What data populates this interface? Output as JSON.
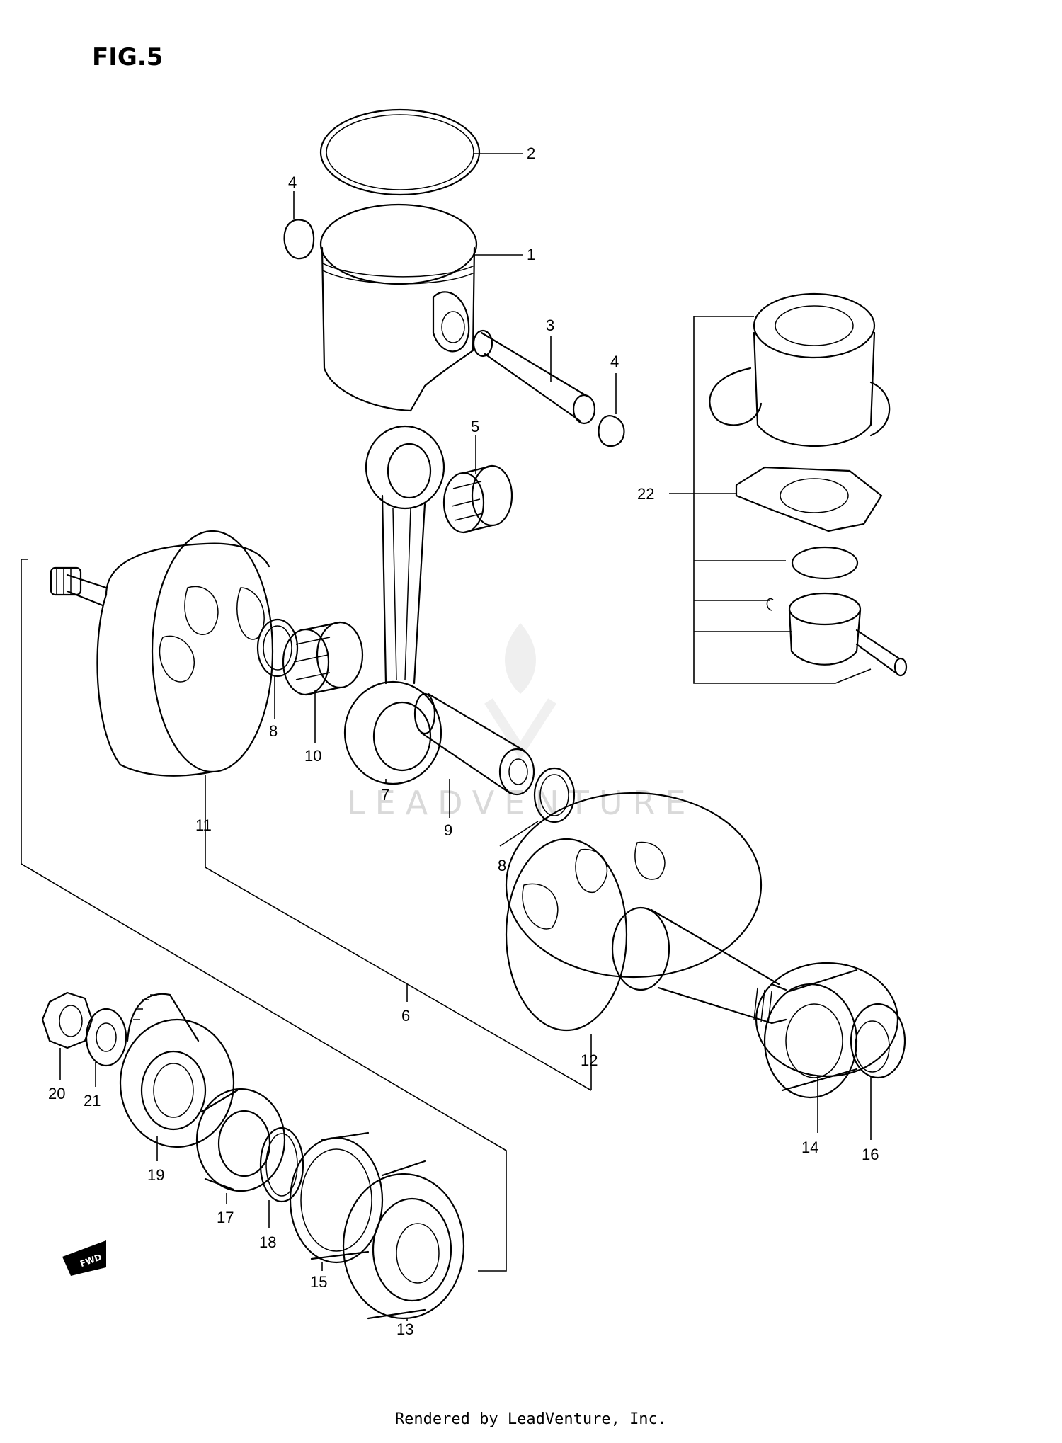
{
  "figure": {
    "title": "FIG.5"
  },
  "callouts": {
    "c1": "1",
    "c2": "2",
    "c3": "3",
    "c4a": "4",
    "c4b": "4",
    "c5": "5",
    "c6": "6",
    "c7": "7",
    "c8a": "8",
    "c8b": "8",
    "c9": "9",
    "c10": "10",
    "c11": "11",
    "c12": "12",
    "c13": "13",
    "c14": "14",
    "c15": "15",
    "c16": "16",
    "c17": "17",
    "c18": "18",
    "c19": "19",
    "c20": "20",
    "c21": "21",
    "c22": "22"
  },
  "front_marker": {
    "label": "FWD"
  },
  "watermark": {
    "brand": "LEADVENTURE"
  },
  "footer": {
    "text": "Rendered by LeadVenture, Inc."
  }
}
